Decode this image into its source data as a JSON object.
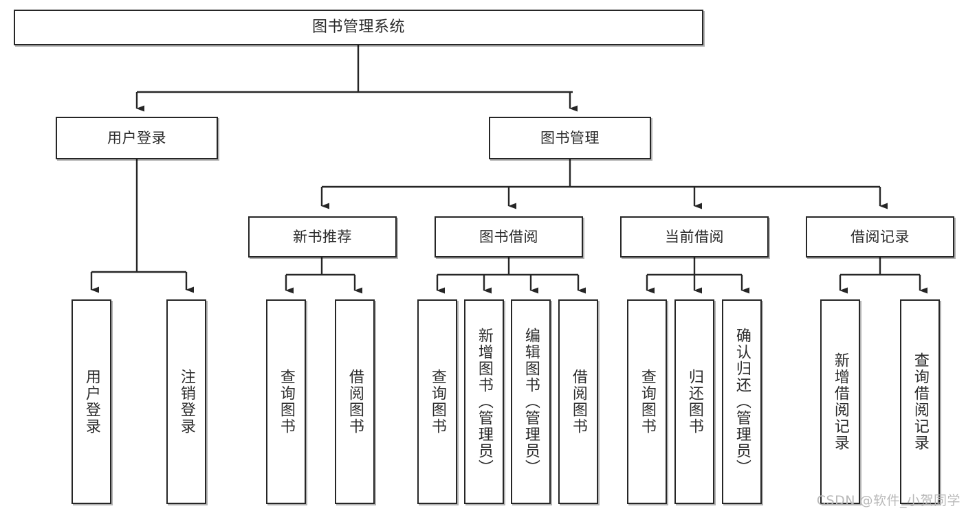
{
  "diagram": {
    "title": "图书管理系统",
    "type": "hierarchy-tree",
    "watermark": "CSDN @软件_小贺同学",
    "colors": {
      "box_border": "#262626",
      "box_fill": "#ffffff",
      "connector": "#262626",
      "text": "#2b2b2b",
      "watermark": "#b9b9b9",
      "background": "#ffffff"
    },
    "nodes": {
      "root": {
        "label": "图书管理系统"
      },
      "level2": [
        {
          "label": "用户登录"
        },
        {
          "label": "图书管理"
        }
      ],
      "level3": [
        {
          "label": "新书推荐"
        },
        {
          "label": "图书借阅"
        },
        {
          "label": "当前借阅"
        },
        {
          "label": "借阅记录"
        }
      ],
      "leaves": {
        "user_login": [
          {
            "label": "用户登录"
          },
          {
            "label": "注销登录"
          }
        ],
        "new_book_rec": [
          {
            "label": "查询图书"
          },
          {
            "label": "借阅图书"
          }
        ],
        "book_borrow": [
          {
            "label": "查询图书"
          },
          {
            "label": "新增图书（管理员）"
          },
          {
            "label": "编辑图书（管理员）"
          },
          {
            "label": "借阅图书"
          }
        ],
        "current_borrow": [
          {
            "label": "查询图书"
          },
          {
            "label": "归还图书"
          },
          {
            "label": "确认归还（管理员）"
          }
        ],
        "borrow_records": [
          {
            "label": "新增借阅记录"
          },
          {
            "label": "查询借阅记录"
          }
        ]
      }
    }
  }
}
